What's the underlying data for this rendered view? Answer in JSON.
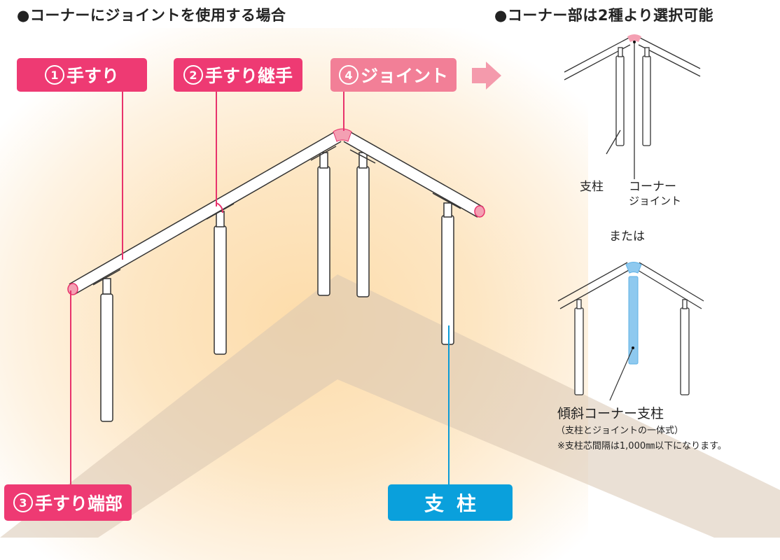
{
  "left_panel": {
    "heading": "●コーナーにジョイントを使用する場合",
    "tags": [
      {
        "num": "①",
        "text": "手すり"
      },
      {
        "num": "②",
        "text": "手すり継手"
      },
      {
        "num": "④",
        "text": "ジョイント"
      },
      {
        "num": "③",
        "text": "手すり端部"
      },
      {
        "num": "",
        "text": "支柱"
      }
    ],
    "arrow_icon": "right-arrow"
  },
  "right_panel": {
    "heading": "●コーナー部は2種より選択可能",
    "option1": {
      "post_label": "支柱",
      "joint_label_line1": "コーナー",
      "joint_label_line2": "ジョイント"
    },
    "or_text": "または",
    "option2": {
      "title": "傾斜コーナー支柱",
      "subtitle": "（支柱とジョイントの一体式）",
      "note": "※支柱芯間隔は1,000㎜以下になります。"
    }
  },
  "colors": {
    "tag_pink": "#ee3a73",
    "tag_light_pink": "#f27f97",
    "tag_blue": "#0aa0dc",
    "joint_pink": "#f4a0b3",
    "corner_post_blue": "#8ec9ef",
    "floor_shadow": "#dccbb8",
    "background_glow": "#fddcaa"
  }
}
